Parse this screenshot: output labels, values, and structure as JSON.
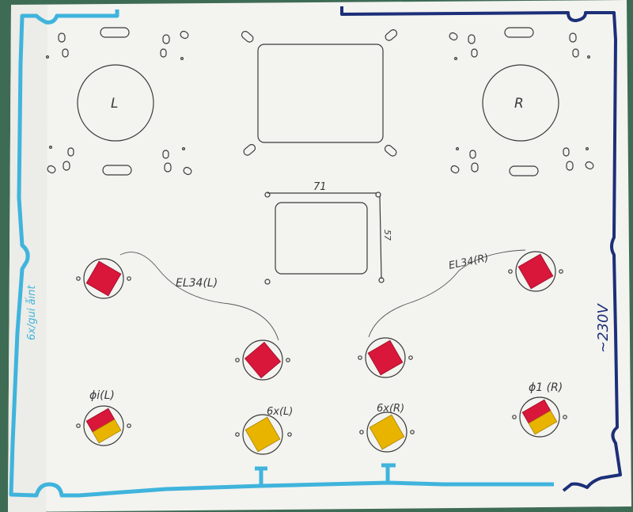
{
  "labels": {
    "speaker_left": "L",
    "speaker_right": "R",
    "dim_width": "71",
    "dim_height": "57",
    "tube_left": "EL34(L)",
    "tube_right": "EL34(R)",
    "driver_left": "ϕi(L)",
    "driver_right": "ϕ1 (R)",
    "small_left": "6x(L)",
    "small_right": "6x(R)",
    "ground_note": "6x/gui ǻınt",
    "voltage": "~230V"
  },
  "colors": {
    "paper": "#f4f4f2",
    "ink": "#3a3a3a",
    "tube_red": "#d8173a",
    "tube_yellow": "#e8b400",
    "wire_blue": "#3fb4dc",
    "wire_navy": "#1c2f78"
  }
}
